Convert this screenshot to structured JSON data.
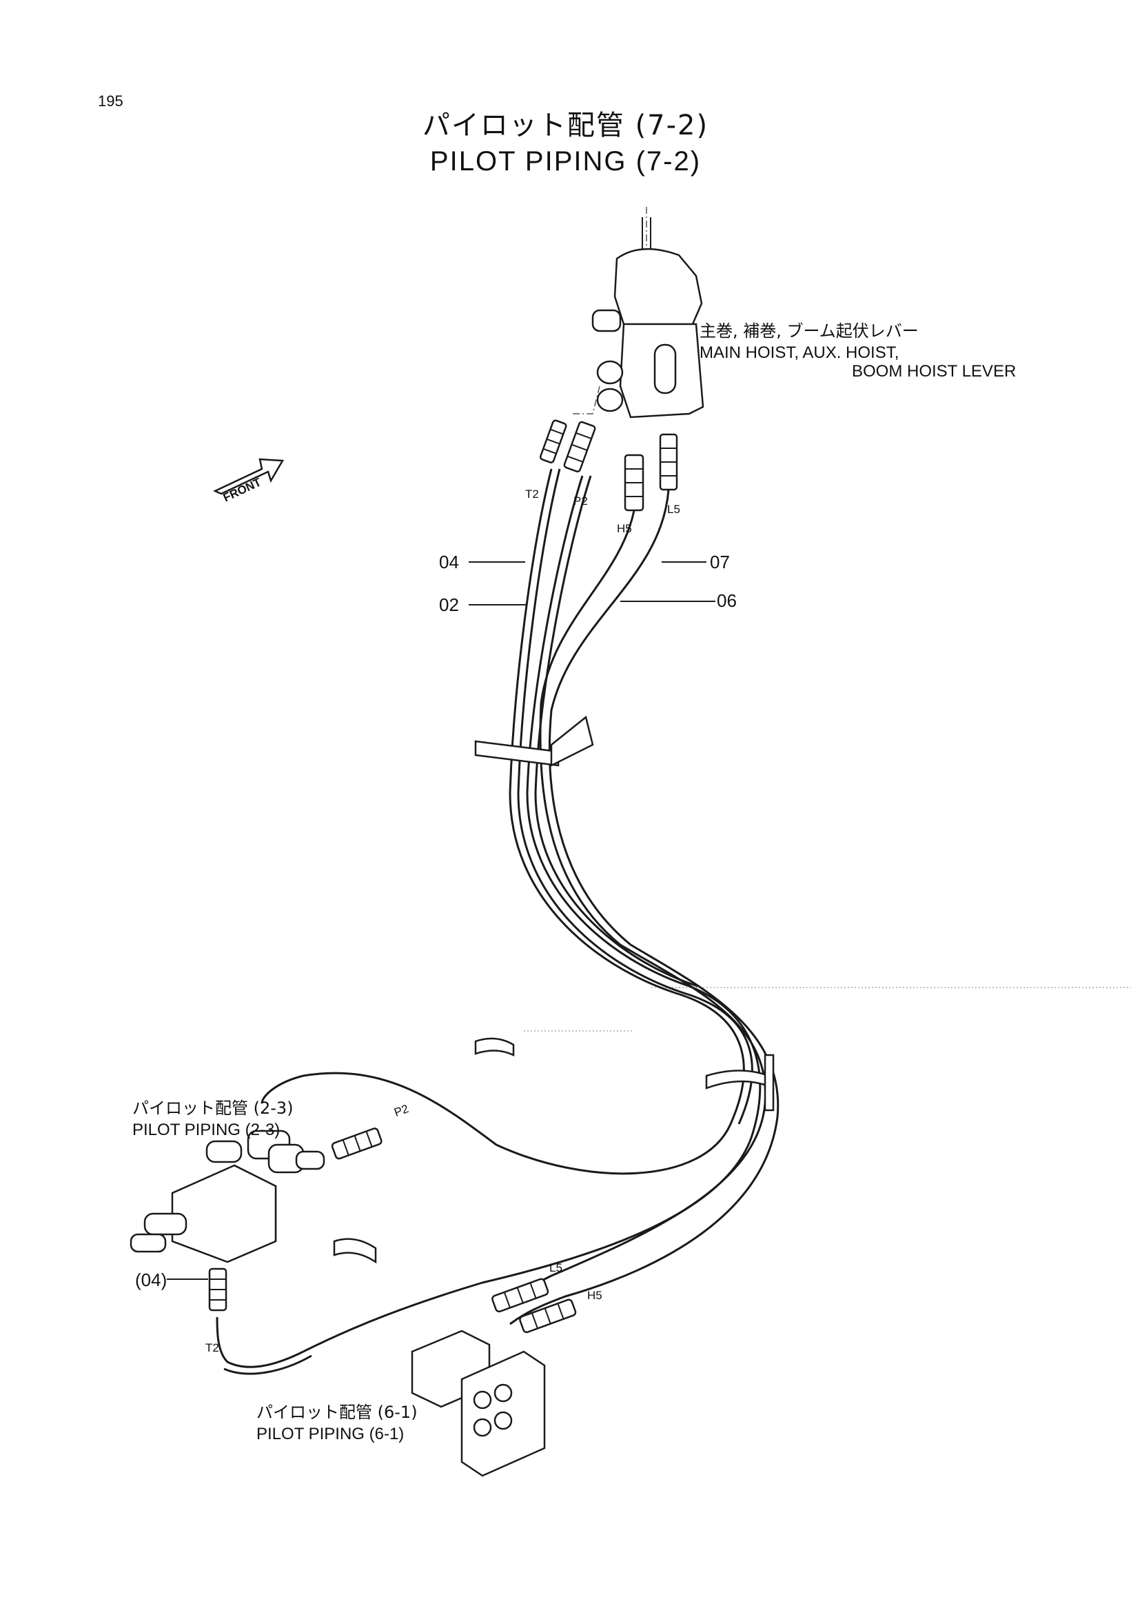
{
  "page": {
    "number": "195",
    "title_jp": "パイロット配管 (7-2)",
    "title_en": "PILOT PIPING (7-2)"
  },
  "lever": {
    "label_jp": "主巻, 補巻, ブーム起伏レバー",
    "label_en_1": "MAIN HOIST, AUX. HOIST,",
    "label_en_2": "BOOM HOIST LEVER"
  },
  "front_label": "FRONT",
  "ports": {
    "t2_top": "T2",
    "p2_top": "P2",
    "h5_top": "H5",
    "l5_top": "L5",
    "p2_bottom": "P2",
    "t2_bottom": "T2",
    "l5_bottom": "L5",
    "h5_bottom": "H5"
  },
  "part_numbers": {
    "p04": "04",
    "p02": "02",
    "p07": "07",
    "p06": "06",
    "p04_ref": "(04)"
  },
  "references": {
    "ref_23_jp": "パイロット配管 (2-3)",
    "ref_23_en": "PILOT PIPING (2-3)",
    "ref_61_jp": "パイロット配管 (6-1)",
    "ref_61_en": "PILOT PIPING (6-1)"
  }
}
